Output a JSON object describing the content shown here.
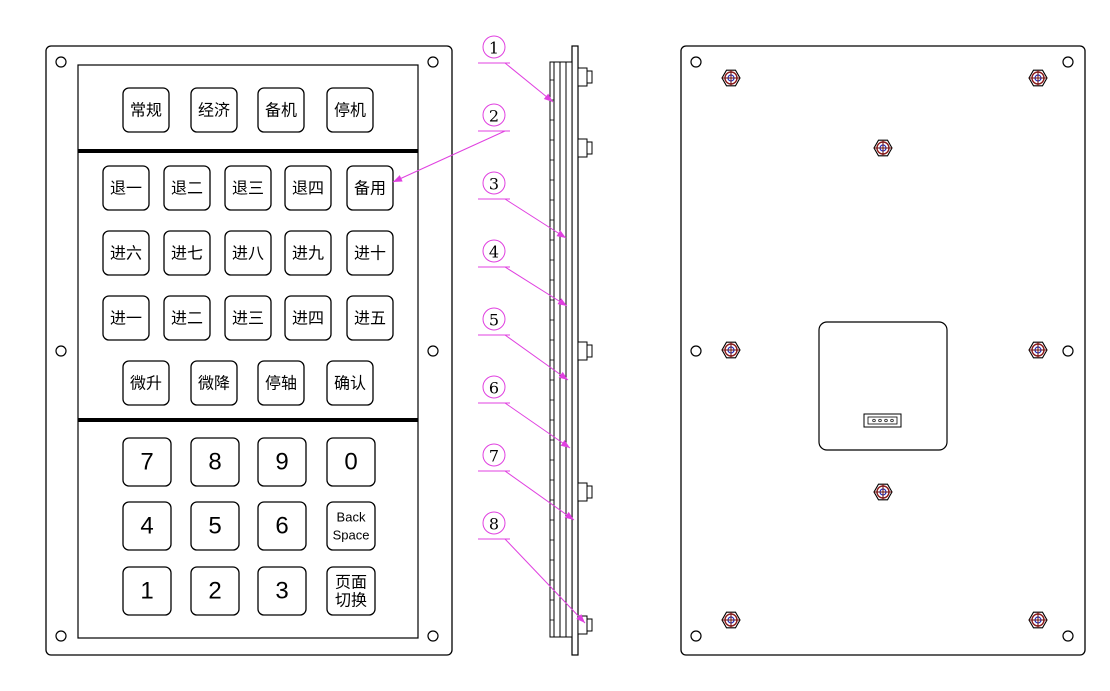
{
  "front_view": {
    "group1_keys": [
      "常规",
      "经济",
      "备机",
      "停机"
    ],
    "group2_rows": [
      [
        "退一",
        "退二",
        "退三",
        "退四",
        "备用"
      ],
      [
        "进六",
        "进七",
        "进八",
        "进九",
        "进十"
      ],
      [
        "进一",
        "进二",
        "进三",
        "进四",
        "进五"
      ]
    ],
    "group2_last_row": [
      "微升",
      "微降",
      "停轴",
      "确认"
    ],
    "numpad_rows": [
      [
        "7",
        "8",
        "9",
        "0"
      ],
      [
        "4",
        "5",
        "6",
        "Back|Space"
      ],
      [
        "1",
        "2",
        "3",
        "页面|切换"
      ]
    ]
  },
  "side_view": {
    "callouts": [
      "1",
      "2",
      "3",
      "4",
      "5",
      "6",
      "7",
      "8"
    ]
  },
  "colors": {
    "line": "#000000",
    "callout": "#e040e0",
    "nut_outer": "#8b1a1a",
    "nut_inner": "#2030c0"
  }
}
